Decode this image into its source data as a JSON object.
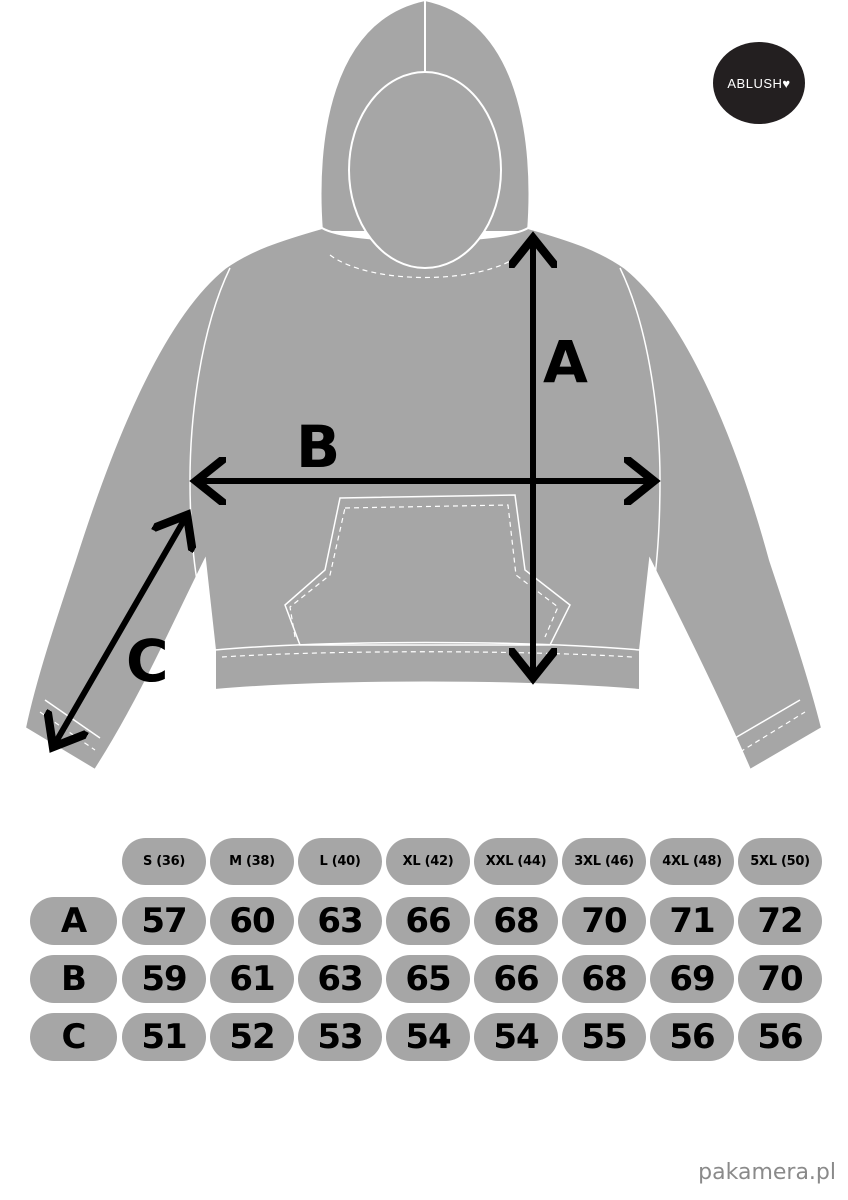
{
  "brand": {
    "logo_text": "ABLUSH"
  },
  "diagram": {
    "measure_labels": [
      "A",
      "B",
      "C"
    ],
    "garment_color": "#a6a6a6"
  },
  "size_table": {
    "sizes": [
      "S (36)",
      "M (38)",
      "L (40)",
      "XL (42)",
      "XXL (44)",
      "3XL (46)",
      "4XL (48)",
      "5XL (50)"
    ],
    "rows": [
      {
        "label": "A",
        "values": [
          "57",
          "60",
          "63",
          "66",
          "68",
          "70",
          "71",
          "72"
        ]
      },
      {
        "label": "B",
        "values": [
          "59",
          "61",
          "63",
          "65",
          "66",
          "68",
          "69",
          "70"
        ]
      },
      {
        "label": "C",
        "values": [
          "51",
          "52",
          "53",
          "54",
          "54",
          "55",
          "56",
          "56"
        ]
      }
    ]
  },
  "watermark": "pakamera.pl"
}
